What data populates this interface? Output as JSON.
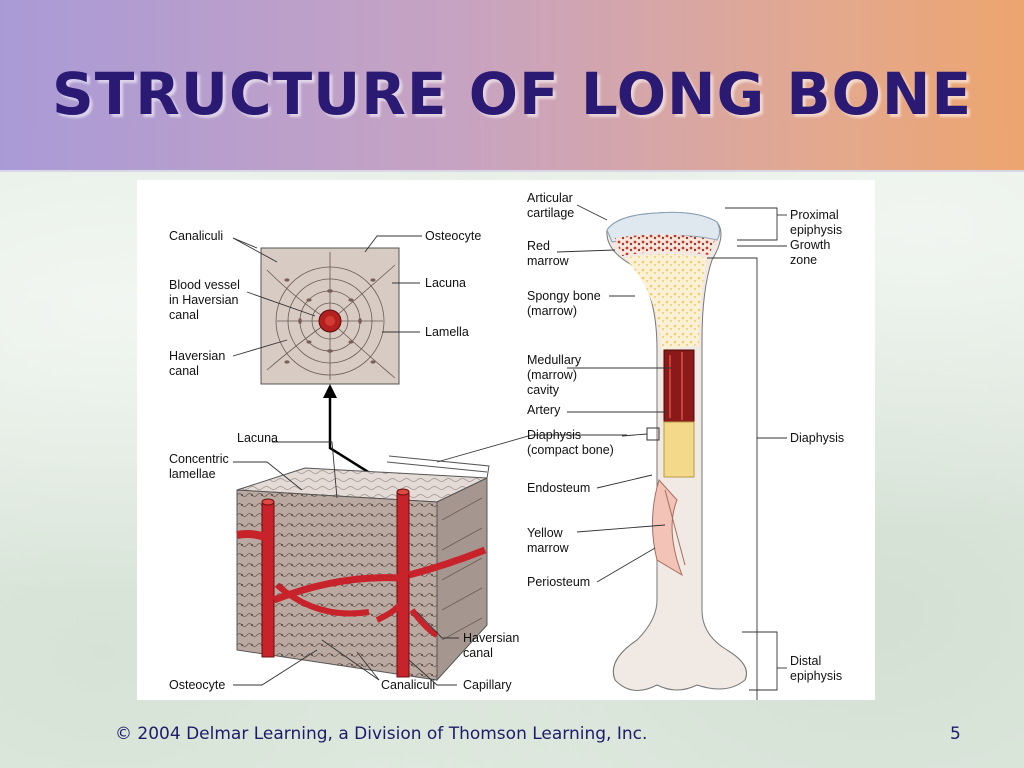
{
  "slide": {
    "title": "STRUCTURE OF LONG BONE",
    "footer": "© 2004 Delmar Learning, a Division of Thomson Learning, Inc.",
    "page_number": "5"
  },
  "labels": {
    "canaliculi_top": "Canaliculi",
    "osteocyte_top": "Osteocyte",
    "blood_vessel": [
      "Blood vessel",
      "in Haversian",
      "canal"
    ],
    "lacuna_top": "Lacuna",
    "lamella": "Lamella",
    "haversian_canal_left": [
      "Haversian",
      "canal"
    ],
    "lacuna_mid": "Lacuna",
    "concentric_lamellae": [
      "Concentric",
      "lamellae"
    ],
    "osteocyte_bottom": "Osteocyte",
    "canaliculi_bottom": "Canaliculi",
    "capillary": "Capillary",
    "haversian_canal_bottom": [
      "Haversian",
      "canal"
    ],
    "articular_cartilage": [
      "Articular",
      "cartilage"
    ],
    "red_marrow": [
      "Red",
      "marrow"
    ],
    "spongy_bone": [
      "Spongy bone",
      "(marrow)"
    ],
    "medullary_cavity": [
      "Medullary",
      "(marrow)",
      "cavity"
    ],
    "artery": "Artery",
    "diaphysis_compact": [
      "Diaphysis",
      "(compact bone)"
    ],
    "endosteum": "Endosteum",
    "yellow_marrow": [
      "Yellow",
      "marrow"
    ],
    "periosteum": "Periosteum",
    "proximal_epiphysis": [
      "Proximal",
      "epiphysis"
    ],
    "growth_zone": [
      "Growth",
      "zone"
    ],
    "diaphysis": "Diaphysis",
    "distal_epiphysis": [
      "Distal",
      "epiphysis"
    ]
  },
  "colors": {
    "title": "#2b1a73",
    "vessel": "#c8232b",
    "marrow_dark": "#8a1a1a",
    "yellow_marrow": "#f4d98a",
    "bone": "#efe3da"
  }
}
